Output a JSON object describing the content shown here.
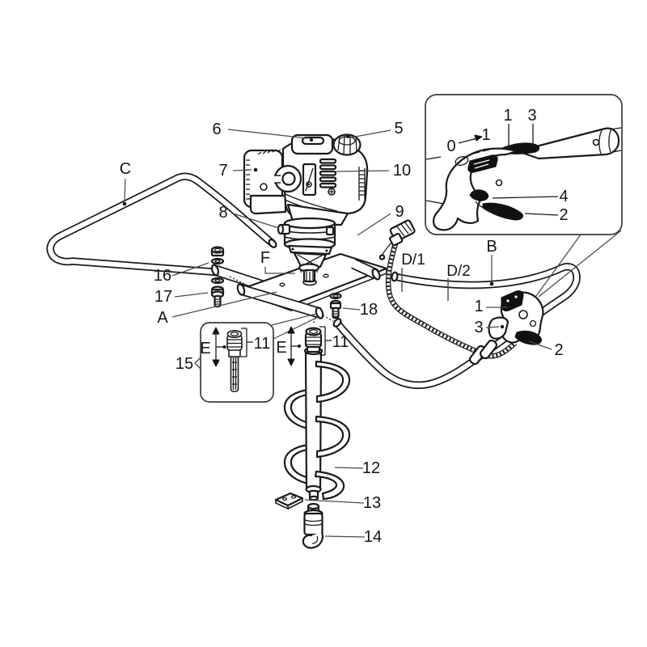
{
  "figure": {
    "kind": "exploded-parts-diagram",
    "subject": "one-man earth auger with two-stroke engine",
    "colors": {
      "background": "#ffffff",
      "line": "#1a1a1a",
      "leader": "#4a4a4a",
      "lever_fill": "#111111"
    }
  },
  "callouts": {
    "engine": {
      "fuel_tank_cap": "5",
      "air_filter_cover": "6",
      "starter_housing": "7",
      "mount_bolt": "8",
      "clutch_housing": "9",
      "cylinder": "10"
    },
    "handles": {
      "left_handle": "C",
      "right_handle": "B",
      "handle_section_1": "D/1",
      "handle_section_2": "D/2",
      "stop_switch": "1",
      "throttle_lever": "3",
      "lock_lever": "2",
      "handle_nut": "16",
      "handle_bolt": "17",
      "clamp_bolt": "18"
    },
    "frame": {
      "support_frame": "A",
      "output_shaft": "F"
    },
    "auger": {
      "detail_box": "15",
      "drive_pin_box": "11",
      "drive_pin_shaft": "11",
      "dim_arrow_box": "E",
      "dim_arrow_shaft": "E",
      "auger_bit": "12",
      "blade": "13",
      "point": "14"
    },
    "inset": {
      "switch_position_off": "0",
      "switch_position_on": "1",
      "stop_switch": "1",
      "throttle_trigger": "3",
      "safety_lever": "4",
      "throttle_lock": "2"
    }
  }
}
